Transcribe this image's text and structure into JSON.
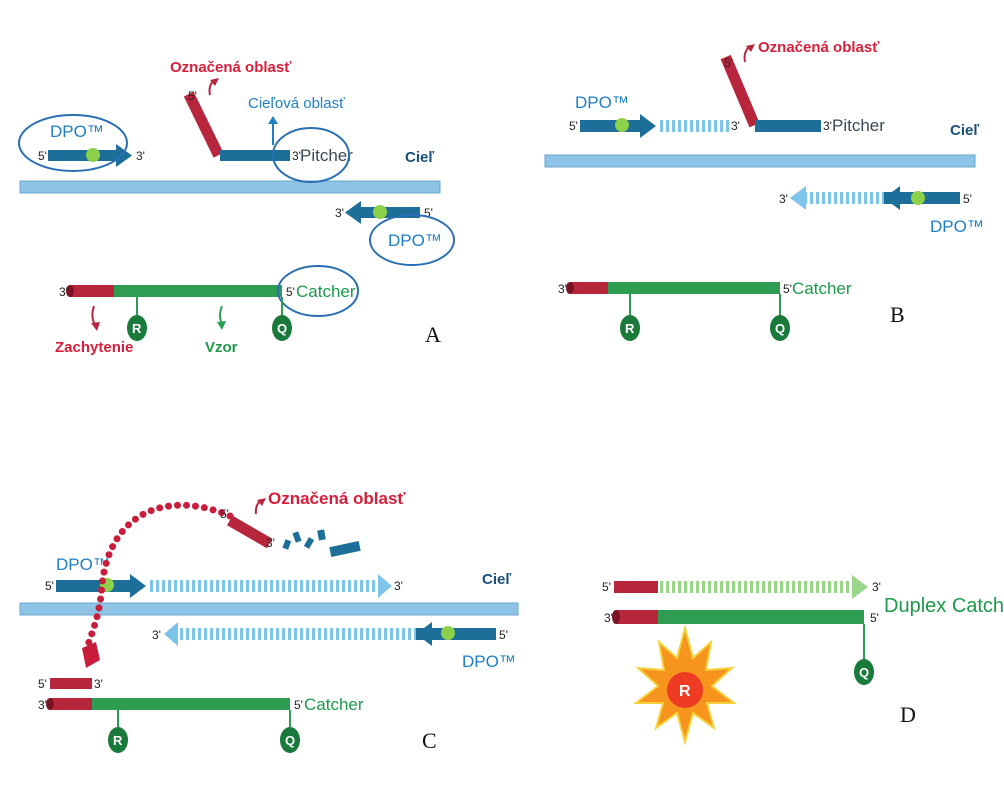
{
  "labels": {
    "tagged_region": "Označená oblasť",
    "target_region": "Cieľová oblasť",
    "pitcher": "Pitcher",
    "target": "Cieľ",
    "dpo": "DPO™",
    "catcher": "Catcher",
    "capture": "Zachytenie",
    "template": "Vzor",
    "reporter": "R",
    "quencher": "Q",
    "duplex_catcher": "Duplex Catcher",
    "five_prime": "5'",
    "three_prime": "3'"
  },
  "panels": {
    "a": "A",
    "b": "B",
    "c": "C",
    "d": "D"
  },
  "colors": {
    "target_strand": "#8fc3e6",
    "primer": "#1d6f99",
    "primer_light": "#7ec3ea",
    "tag": "#b8263d",
    "catcher": "#2e9d52",
    "catcher_light": "#8fd08a",
    "node": "#1a7a3c",
    "seed": "#8dd04a",
    "burst": "#f7941d"
  }
}
